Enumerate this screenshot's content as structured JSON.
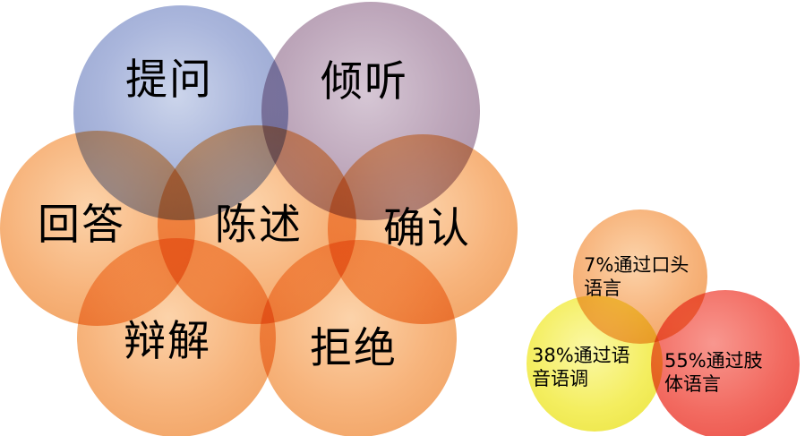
{
  "background_color": "#ffffff",
  "diagram": {
    "skills_cluster": {
      "circles": [
        {
          "id": "ask",
          "label": "提问",
          "color_center": "#ccd5eb",
          "color_edge": "#8d9cc8"
        },
        {
          "id": "listen",
          "label": "倾听",
          "color_center": "#d6c7d5",
          "color_edge": "#a68ea3"
        },
        {
          "id": "answer",
          "label": "回答",
          "color_center": "#fcd3aa",
          "color_edge": "#ef9c5a"
        },
        {
          "id": "state",
          "label": "陈述",
          "color_center": "#fcd3aa",
          "color_edge": "#ef9c5a"
        },
        {
          "id": "confirm",
          "label": "确认",
          "color_center": "#fcd3aa",
          "color_edge": "#ef9c5a"
        },
        {
          "id": "justify",
          "label": "辩解",
          "color_center": "#fcd3aa",
          "color_edge": "#ef9c5a"
        },
        {
          "id": "refuse",
          "label": "拒绝",
          "color_center": "#fcd3aa",
          "color_edge": "#ef9c5a"
        }
      ]
    },
    "communication_cluster": {
      "circles": [
        {
          "id": "verbal",
          "label": "7%通过口头语言",
          "percent": 7,
          "color_center": "#fcd3aa",
          "color_edge": "#ef9c5a"
        },
        {
          "id": "tone",
          "label": "38%通过语音语调",
          "percent": 38,
          "color_center": "#fbf8a6",
          "color_edge": "#e9e23e"
        },
        {
          "id": "body",
          "label": "55%通过肢体语言",
          "percent": 55,
          "color_center": "#f8978f",
          "color_edge": "#e94c43"
        }
      ]
    }
  }
}
